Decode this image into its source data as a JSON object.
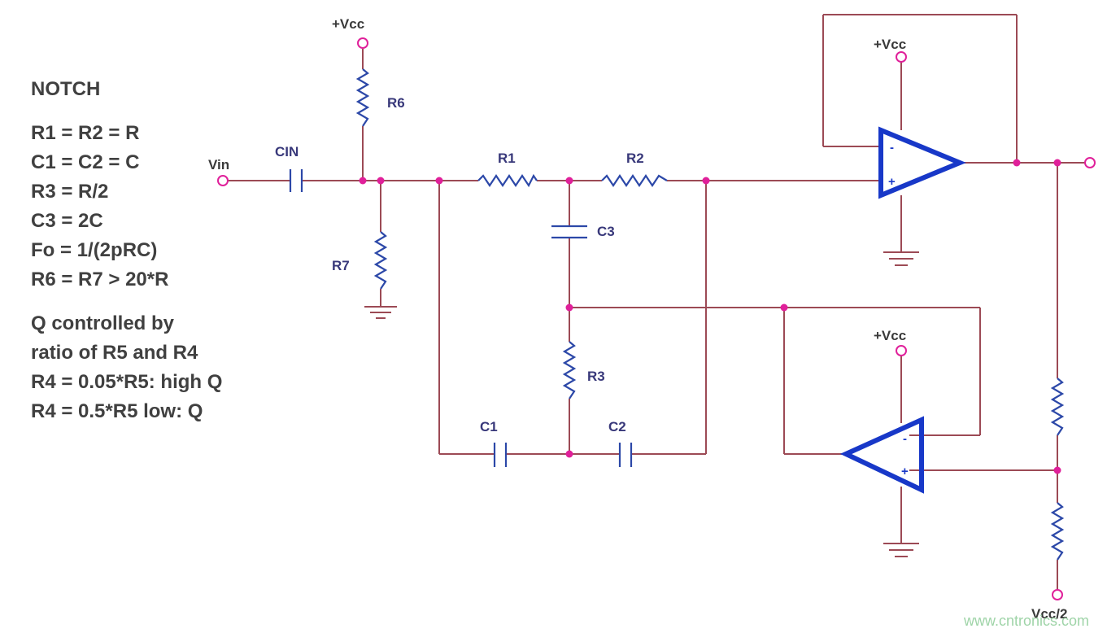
{
  "notes": {
    "title": "NOTCH",
    "lines": [
      "R1 = R2 = R",
      "C1 = C2 = C",
      "R3 = R/2",
      "C3 = 2C",
      "Fo = 1/(2pRC)",
      "R6 = R7 > 20*R"
    ],
    "q_lines": [
      "Q controlled by",
      "ratio of R5 and R4",
      "R4 = 0.05*R5: high Q",
      "R4 = 0.5*R5 low: Q"
    ]
  },
  "labels": {
    "vcc": "+Vcc",
    "vin": "Vin",
    "cin": "CIN",
    "r1": "R1",
    "r2": "R2",
    "r3": "R3",
    "r6": "R6",
    "r7": "R7",
    "c1": "C1",
    "c2": "C2",
    "c3": "C3",
    "vcc_half": "Vcc/2",
    "minus": "-",
    "plus": "+"
  },
  "watermark": "www.cntronics.com",
  "colors": {
    "wire": "#9c4a55",
    "component": "#2c48a8",
    "opamp": "#1838c8",
    "node": "#e0209a",
    "text": "#404040"
  }
}
